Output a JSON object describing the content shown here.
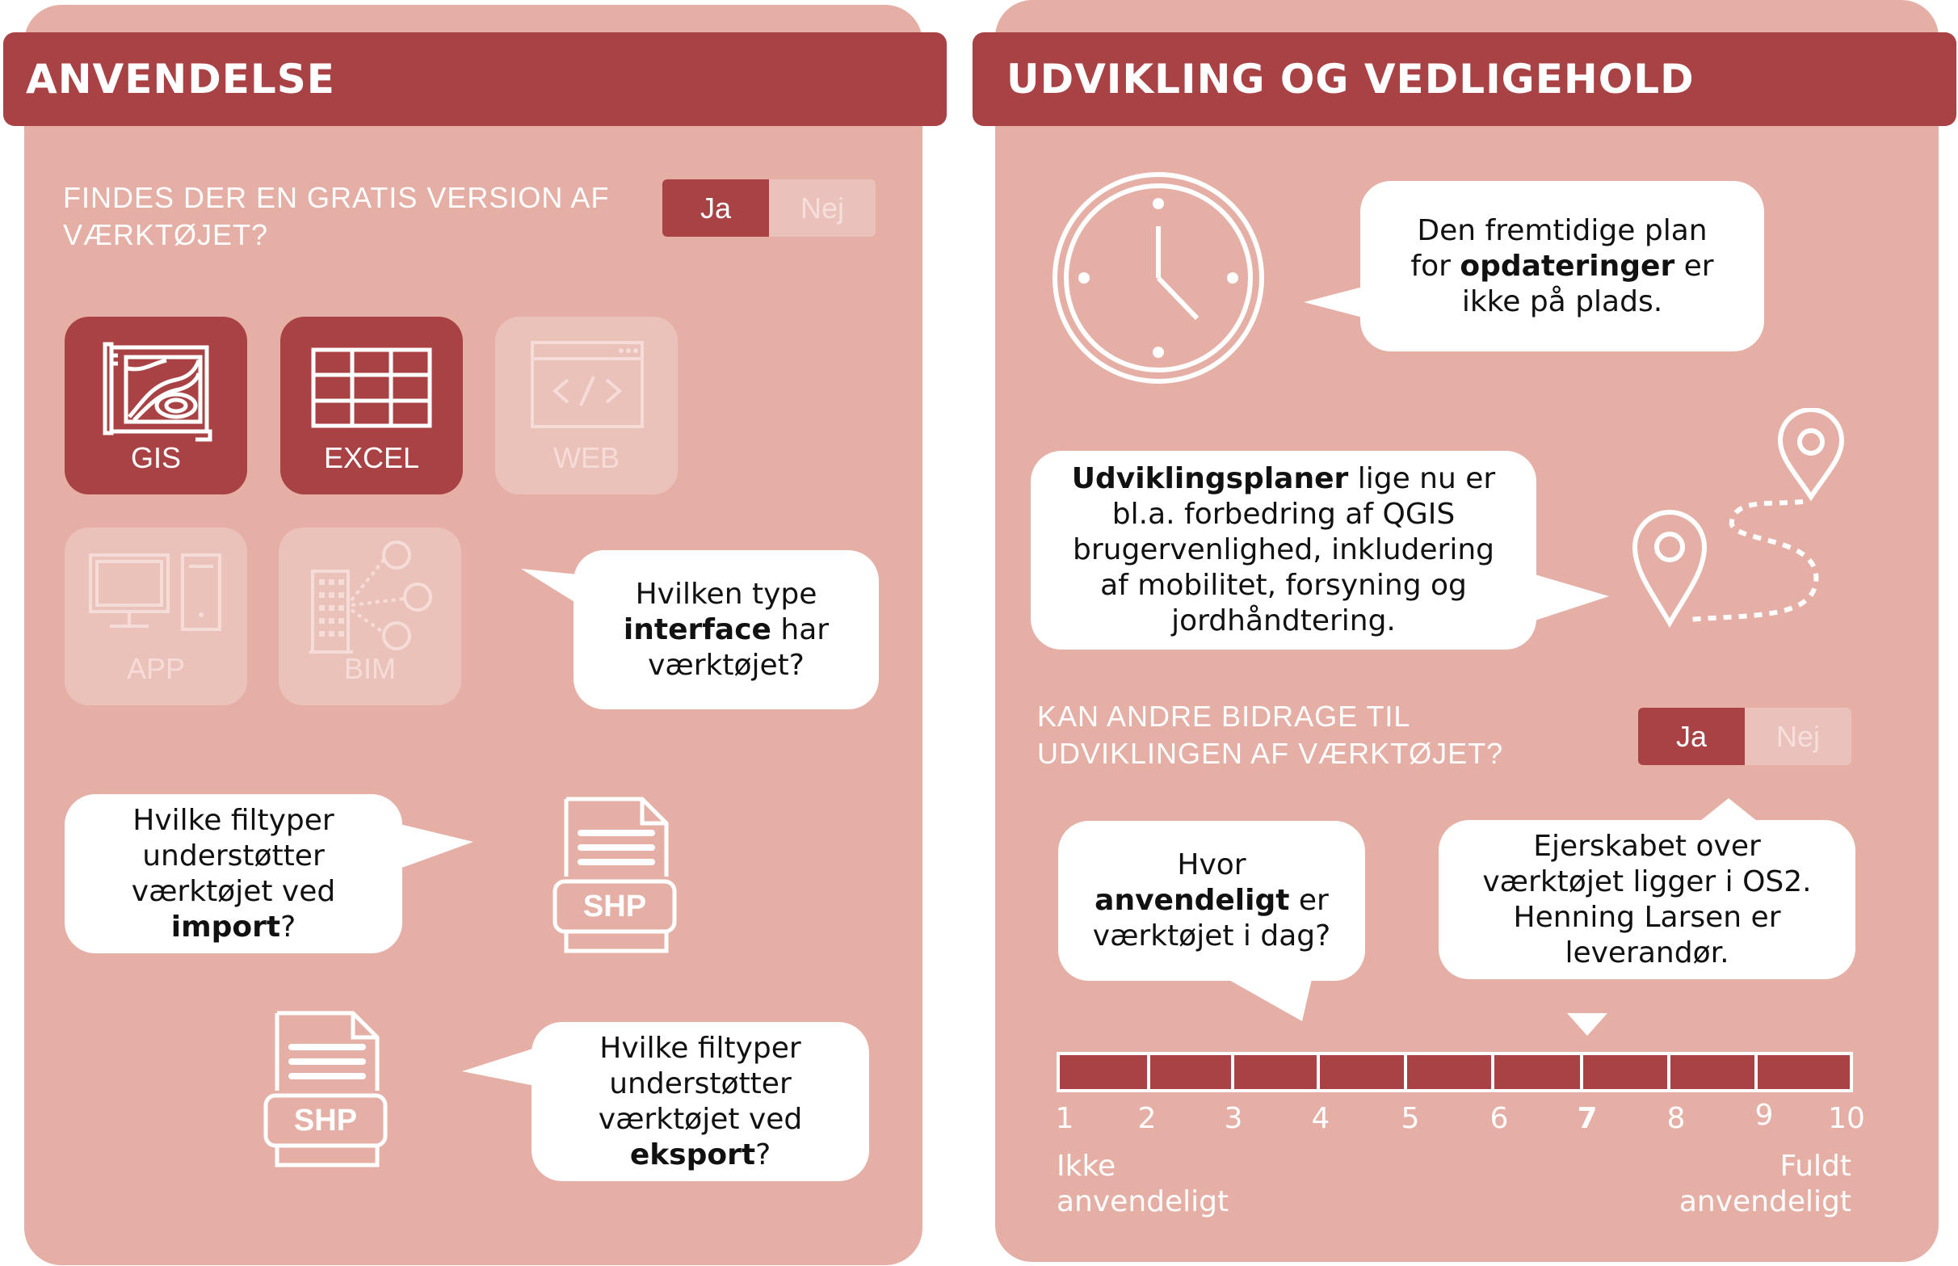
{
  "left": {
    "title": "ANVENDELSE",
    "question": "FINDES DER EN GRATIS VERSION AF VÆRKTØJET?",
    "toggle": {
      "yes": "Ja",
      "no": "Nej",
      "selected": "Ja"
    },
    "tiles": [
      {
        "label": "GIS",
        "icon": "map-icon",
        "active": true
      },
      {
        "label": "EXCEL",
        "icon": "table-icon",
        "active": true
      },
      {
        "label": "WEB",
        "icon": "code-window-icon",
        "active": false
      },
      {
        "label": "APP",
        "icon": "computer-icon",
        "active": false
      },
      {
        "label": "BIM",
        "icon": "building-network-icon",
        "active": false
      }
    ],
    "interface_bubble": {
      "pre": "Hvilken type",
      "bold": "interface",
      "post": "har værktøjet?"
    },
    "import_bubble": {
      "pre": "Hvilke filtyper understøtter værktøjet ved",
      "bold": "import",
      "post": "?"
    },
    "export_bubble": {
      "pre": "Hvilke filtyper understøtter værktøjet ved",
      "bold": "eksport",
      "post": "?"
    },
    "import_file": "SHP",
    "export_file": "SHP"
  },
  "right": {
    "title": "UDVIKLING OG VEDLIGEHOLD",
    "plan_bubble": {
      "pre": "Den fremtidige plan for",
      "bold": "opdateringer",
      "post": "er ikke på plads."
    },
    "dev_bubble": {
      "bold": "Udviklingsplaner",
      "post": "lige nu er bl.a. forbedring af QGIS brugervenlighed, inkludering af mobilitet, forsyning og jordhåndtering."
    },
    "question": "KAN ANDRE BIDRAGE TIL UDVIKLINGEN AF VÆRKTØJET?",
    "toggle": {
      "yes": "Ja",
      "no": "Nej",
      "selected": "Ja"
    },
    "usable_bubble": {
      "pre": "Hvor",
      "bold": "anvendeligt",
      "post": "er værktøjet i dag?"
    },
    "owner_bubble": "Ejerskabet over værktøjet ligger i OS2. Henning Larsen er leverandør.",
    "scale": {
      "numbers": [
        "1",
        "2",
        "3",
        "4",
        "5",
        "6",
        "7",
        "8",
        "9",
        "10"
      ],
      "selected": 7,
      "low_label": "Ikke anvendeligt",
      "high_label": "Fuldt anvendeligt"
    }
  },
  "colors": {
    "panel": "#e5afa5",
    "accent": "#a94244",
    "bubble": "#ffffff"
  }
}
